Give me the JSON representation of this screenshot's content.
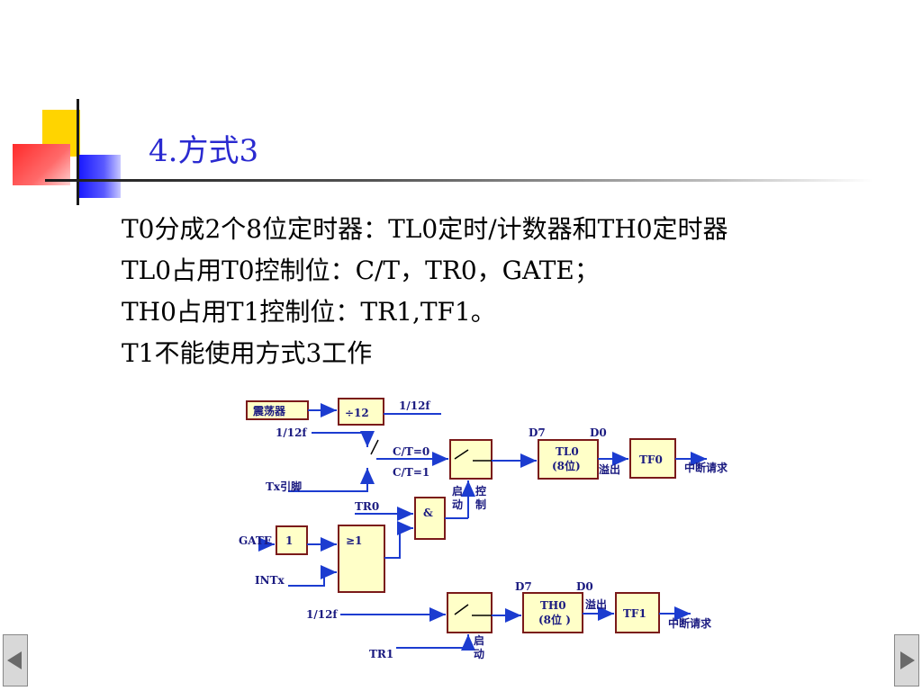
{
  "slide": {
    "title": "4.方式3",
    "lines": [
      "T0分成2个8位定时器：TL0定时/计数器和TH0定时器",
      "TL0占用T0控制位：C/T，TR0，GATE；",
      "TH0占用T1控制位：TR1,TF1。",
      "T1不能使用方式3工作"
    ]
  },
  "diagram": {
    "oscillator": "震荡器",
    "divider": "÷12",
    "freq_out": "1/12f",
    "freq_in_top": "1/12f",
    "ct0": "C/T=0",
    "ct1": "C/T=1",
    "tx_pin": "Tx引脚",
    "tr0": "TR0",
    "and_gate": "&",
    "gate_label": "GATE",
    "not_gate": "1",
    "or_gate": "≥1",
    "intx": "INTx",
    "start1_a": "启",
    "start1_b": "动",
    "ctrl_a": "控",
    "ctrl_b": "制",
    "d7_top": "D7",
    "d0_top": "D0",
    "tl0_a": "TL0",
    "tl0_b": "(8位)",
    "overflow_top": "溢出",
    "tf0": "TF0",
    "int_req_top": "中断请求",
    "freq_in_bottom": "1/12f",
    "tr1": "TR1",
    "start2_a": "启",
    "start2_b": "动",
    "d7_bottom": "D7",
    "d0_bottom": "D0",
    "th0_a": "TH0",
    "th0_b": "(8位 )",
    "overflow_bottom": "溢出",
    "tf1": "TF1",
    "int_req_bottom": "中断请求"
  },
  "nav": {
    "prev_icon": "triangle-left-icon",
    "next_icon": "triangle-right-icon"
  }
}
